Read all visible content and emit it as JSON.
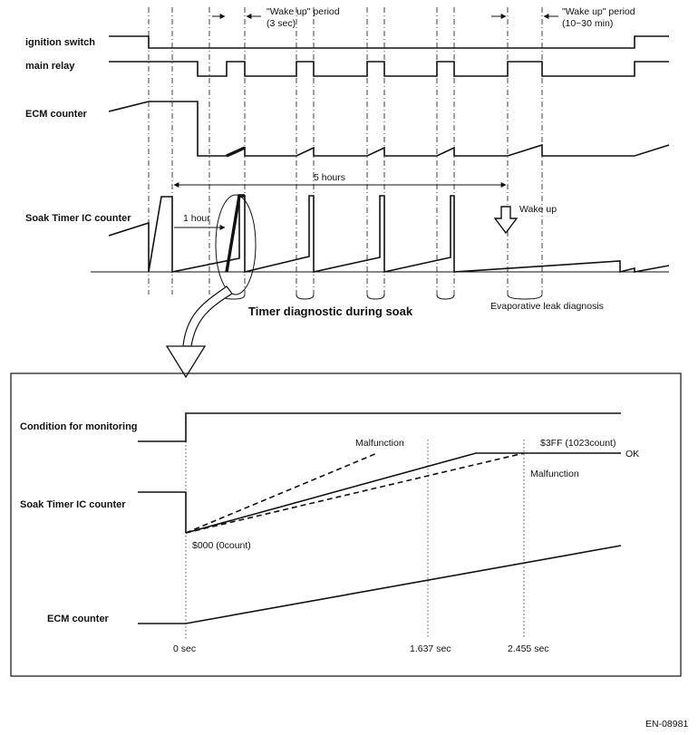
{
  "top": {
    "wake_up_period_1": "\"Wake up\" period",
    "wake_up_period_1_dur": "(3 sec)",
    "wake_up_period_2": "\"Wake up\" period",
    "wake_up_period_2_dur": "(10~30 min)",
    "ignition_switch": "ignition switch",
    "main_relay": "main relay",
    "ecm_counter": "ECM counter",
    "soak_timer": "Soak Timer IC counter",
    "five_hours": "5 hours",
    "one_hour": "1 hour",
    "wake_up": "Wake up",
    "timer_diag": "Timer diagnostic during soak",
    "evap_leak": "Evaporative leak diagnosis"
  },
  "detail": {
    "condition": "Condition for monitoring",
    "soak_timer": "Soak Timer IC counter",
    "ecm_counter": "ECM counter",
    "malfunction_upper": "Malfunction",
    "malfunction_lower": "Malfunction",
    "max_count": "$3FF (1023count)",
    "ok": "OK",
    "zero_count": "$000 (0count)",
    "t0": "0 sec",
    "t1": "1.637 sec",
    "t2": "2.455 sec"
  },
  "figure_id": "EN-08981"
}
